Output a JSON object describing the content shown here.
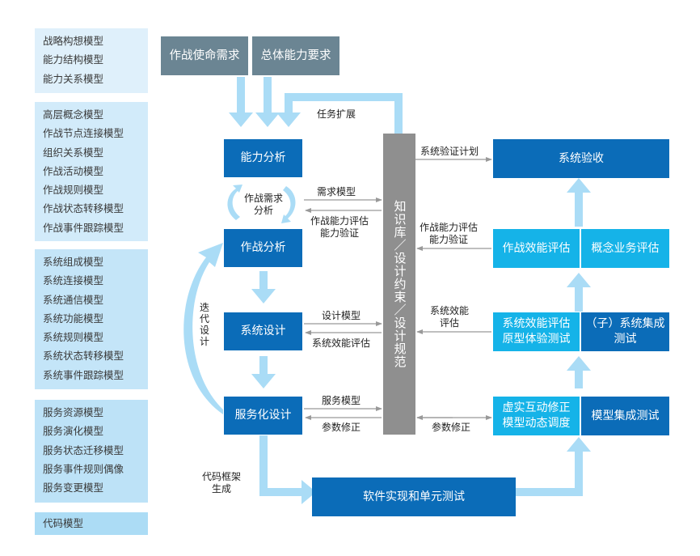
{
  "left_panels": [
    {
      "items": [
        "战略构想模型",
        "能力结构模型",
        "能力关系模型"
      ],
      "color": "#dff0fb"
    },
    {
      "items": [
        "高层概念模型",
        "作战节点连接模型",
        "组织关系模型",
        "作战活动模型",
        "作战规则模型",
        "作战状态转移模型",
        "作战事件跟踪模型"
      ],
      "color": "#d2ebfa"
    },
    {
      "items": [
        "系统组成模型",
        "系统连接模型",
        "系统通信模型",
        "系统功能模型",
        "系统规则模型",
        "系统状态转移模型",
        "系统事件跟踪模型"
      ],
      "color": "#c4e5f8"
    },
    {
      "items": [
        "服务资源模型",
        "服务演化模型",
        "服务状态迁移模型",
        "服务事件规则偶像",
        "服务变更模型"
      ],
      "color": "#bde2f7"
    },
    {
      "items": [
        "代码模型"
      ],
      "color": "#acdcf5"
    }
  ],
  "inputs": {
    "mission_req": "作战使命需求",
    "capability_req": "总体能力要求"
  },
  "main_flow": {
    "capability_analysis": "能力分析",
    "ops_req_analysis": "作战需求\n分析",
    "ops_analysis": "作战分析",
    "system_design": "系统设计",
    "service_design": "服务化设计",
    "software_impl": "软件实现和单元测试"
  },
  "knowledge_base": "知识库／设计约束／设计规范",
  "right_flow": {
    "system_acceptance": "系统验收",
    "ops_effectiveness_eval": "作战效能评估",
    "concept_business_eval": "概念业务评估",
    "sys_effectiveness_proto": "系统效能评估\n原型体验测试",
    "subsystem_integration": "（子）系统集成\n测试",
    "virtual_real_correction": "虚实互动修正\n模型动态调度",
    "model_integration": "模型集成测试"
  },
  "labels": {
    "task_expansion": "任务扩展",
    "iterative_design": "迭代设计",
    "code_framework": "代码框架\n生成",
    "req_model": "需求模型",
    "ops_capability_eval_left": "作战能力评估\n能力验证",
    "design_model": "设计模型",
    "sys_effectiveness_eval_left": "系统效能评估",
    "service_model": "服务模型",
    "param_correction_left": "参数修正",
    "sys_verification_plan": "系统验证计划",
    "ops_capability_eval_right": "作战能力评估\n能力验证",
    "sys_effectiveness_eval_right": "系统效能\n评估",
    "param_correction_right": "参数修正"
  },
  "colors": {
    "dark_blue": "#0b6cb8",
    "cyan": "#15b3e8",
    "slate": "#6b8593",
    "arrow_light": "#aadcf6",
    "gray_bar": "#8f8f8f",
    "thin_arrow": "#999999"
  }
}
